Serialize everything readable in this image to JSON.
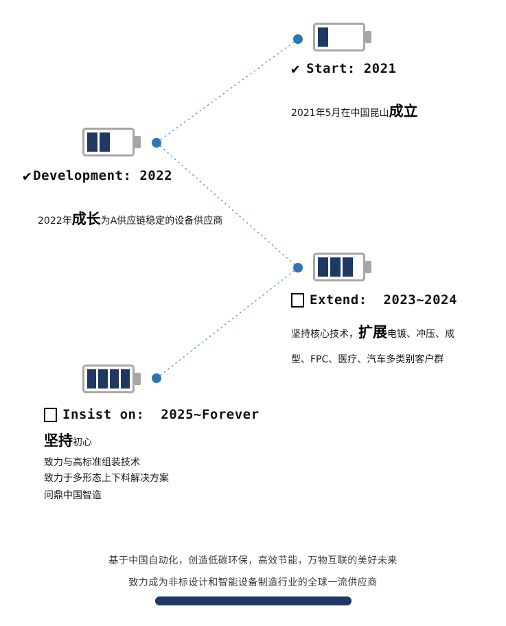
{
  "colors": {
    "navy": "#1F3864",
    "dot_blue": "#2E75B6",
    "battery_gray": "#A6A6A6"
  },
  "timeline": {
    "milestones": [
      {
        "marker_icon": "check-icon",
        "marker": "✔",
        "title": "Start: 2021",
        "battery_bars": 1,
        "desc_pre": "2021年5月在中国昆山",
        "desc_em": "成立",
        "desc_post": ""
      },
      {
        "marker_icon": "check-icon",
        "marker": "✔",
        "title": "Development: 2022",
        "battery_bars": 2,
        "desc_pre": "2022年",
        "desc_em": "成长",
        "desc_post": "为A供应链稳定的设备供应商"
      },
      {
        "marker_icon": "checkbox-icon",
        "title": "Extend:  2023~2024",
        "battery_bars": 3,
        "desc_pre": "坚持核心技术，",
        "desc_em": "扩展",
        "desc_post": "电镀、冲压、成型、FPC、医疗、汽车多类别客户群"
      },
      {
        "marker_icon": "checkbox-icon",
        "title": "Insist on:  2025~Forever",
        "battery_bars": 4,
        "sub_em": "坚持",
        "sub_rest": "初心",
        "lines": [
          "致力与高标准组装技术",
          "致力于多形态上下料解决方案",
          "问鼎中国智造"
        ]
      }
    ]
  },
  "footer": {
    "line1": "基于中国自动化，创造低碳环保，高效节能，万物互联的美好未来",
    "line2": "致力成为非标设计和智能设备制造行业的全球一流供应商"
  }
}
